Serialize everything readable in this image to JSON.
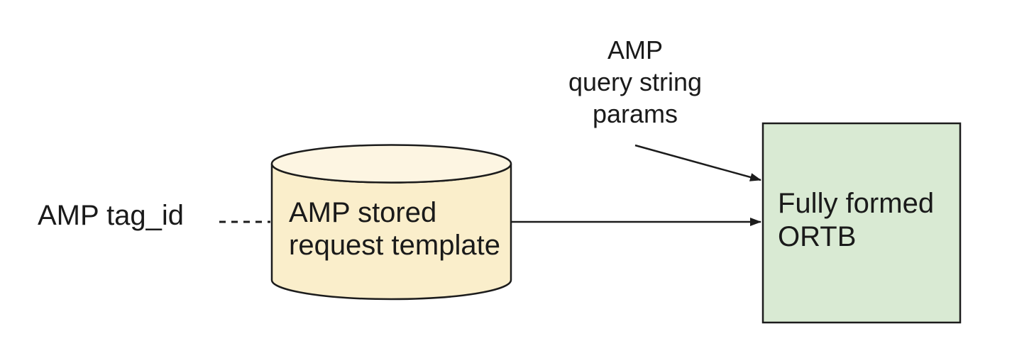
{
  "diagram": {
    "background": "#ffffff",
    "line_color": "#1c1c1c",
    "text_color": "#1a1a1a",
    "nodes": [
      {
        "id": "tag-id",
        "type": "text-label",
        "text": "AMP tag_id"
      },
      {
        "id": "stored-request",
        "type": "cylinder",
        "text": "AMP stored\nrequest template",
        "fill": "#faeecb",
        "top_fill": "#fdf5e2",
        "stroke": "#1c1c1c"
      },
      {
        "id": "ortb",
        "type": "rectangle",
        "text": "Fully formed\nORTB",
        "fill": "#d9ead3",
        "stroke": "#1c1c1c"
      },
      {
        "id": "query-params",
        "type": "text-label",
        "text": "AMP\nquery string\nparams"
      }
    ],
    "connectors": [
      {
        "from": "tag-id",
        "to": "stored-request",
        "style": "dashed",
        "arrowhead": false
      },
      {
        "from": "stored-request",
        "to": "ortb",
        "style": "solid",
        "arrowhead": true
      },
      {
        "from": "query-params",
        "to": "ortb",
        "style": "solid",
        "arrowhead": true
      }
    ]
  }
}
